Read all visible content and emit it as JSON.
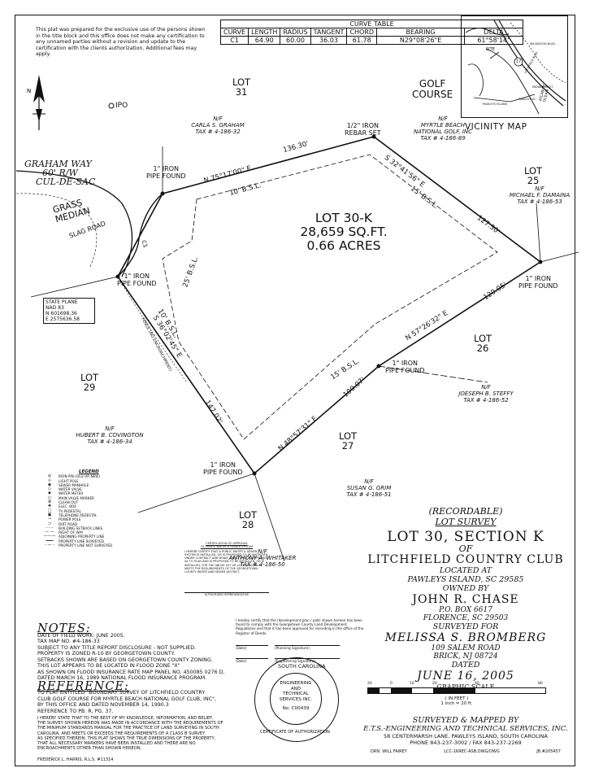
{
  "disclaimer": "This plat was prepared for the exclusive use of the persons shown in the title block and this office does not make any certification to any unnamed parties without a revision and update to the certification with the clients authorization. Additional fees may apply.",
  "curve_table": {
    "title": "CURVE TABLE",
    "headers": [
      "CURVE",
      "LENGTH",
      "RADIUS",
      "TANGENT",
      "CHORD",
      "BEARING",
      "DELTA"
    ],
    "rows": [
      [
        "C1",
        "64.90",
        "60.00",
        "36.03",
        "61.78",
        "N29°08'26\"E",
        "61°58'14\""
      ]
    ]
  },
  "vicinity_map": {
    "label": "VICINITY MAP",
    "labels": [
      "SITE",
      "17",
      "WILDWOOD BLVD.",
      "LITCHFIELD BLVD.",
      "MIDWAY INLET",
      "ATLANTIC OCEAN",
      "PAWLEYS ISLAND",
      "PAWLEYS IS."
    ]
  },
  "north_arrow": "north-arrow-icon",
  "labels": {
    "ipo": "IPO",
    "street_1": "GRAHAM WAY",
    "street_2": "60' R/W",
    "street_3": "CUL-DE-SAC",
    "grass_1": "GRASS",
    "grass_2": "MEDIAN",
    "slag_road": "SLAG ROAD",
    "curve_c1": "C1",
    "golf_1": "GOLF",
    "golf_2": "COURSE",
    "state_plane": "STATE PLANE\nNAD 83\nN 601698.36\nE 2575636.58",
    "fence": "FENCE (NO ENCROACHMENT)"
  },
  "lots": [
    {
      "id": "lot-31",
      "line1": "LOT",
      "line2": "31"
    },
    {
      "id": "lot-25",
      "line1": "LOT",
      "line2": "25"
    },
    {
      "id": "lot-26",
      "line1": "LOT",
      "line2": "26"
    },
    {
      "id": "lot-27",
      "line1": "LOT",
      "line2": "27"
    },
    {
      "id": "lot-28",
      "line1": "LOT",
      "line2": "28"
    },
    {
      "id": "lot-29",
      "line1": "LOT",
      "line2": "29"
    }
  ],
  "owners": [
    {
      "id": "graham",
      "nf": "N/F",
      "name": "CARLA S. GRAHAM",
      "tax": "TAX # 4-186-32"
    },
    {
      "id": "myrtle",
      "nf": "N/F",
      "name": "MYRTLE BEACH\nNATIONAL GOLF, INC",
      "tax": "TAX # 4-186-89"
    },
    {
      "id": "damaina",
      "nf": "N/F",
      "name": "MICHAEL F. DAMAINA",
      "tax": "TAX # 4-186-53"
    },
    {
      "id": "steffy",
      "nf": "N/F",
      "name": "JOESEPH B. STEFFY",
      "tax": "TAX # 4-186-52"
    },
    {
      "id": "grim",
      "nf": "N/F",
      "name": "SUSAN G. GRIM",
      "tax": "TAX # 4-186-51"
    },
    {
      "id": "whitaker",
      "nf": "N/F",
      "name": "ANTHONY A. WHITAKER",
      "tax": "TAX # 4-186-50"
    },
    {
      "id": "covington",
      "nf": "N/F",
      "name": "HUBERT B. COVINGTON",
      "tax": "TAX # 4-186-34"
    }
  ],
  "irons": [
    {
      "id": "iron-nw",
      "text": "1\" IRON\nPIPE FOUND"
    },
    {
      "id": "iron-top",
      "text": "1/2\" IRON\nREBAR SET"
    },
    {
      "id": "iron-east",
      "text": "1\" IRON\nPIPE FOUND"
    },
    {
      "id": "iron-west",
      "text": "1\" IRON\nPIPE FOUND"
    },
    {
      "id": "iron-mid",
      "text": "1\" IRON\nPIPE FOUND"
    },
    {
      "id": "iron-south",
      "text": "1\" IRON\nPIPE FOUND"
    }
  ],
  "bearings": {
    "north_line": "N 75°17'00\" E",
    "north_dist": "136.30'",
    "ne_line": "S 32°41'56\" E",
    "ne_dist": "127.30'",
    "east_line": "N 57°26'32\" E",
    "east_dist": "120.05'",
    "sw_line": "S 36°02'45\" E",
    "sw_dist": "147.02'",
    "south_line": "N 48°57'31\" E",
    "south_dist": "100.07'"
  },
  "bsl": {
    "north": "10' B.S.L.",
    "ne": "15' B.S.L.",
    "west": "25' B.S.L.",
    "sw": "10' B.S.L.",
    "se": "15' B.S.L."
  },
  "lot_area": {
    "line1": "LOT 30-K",
    "line2": "28,659 SQ.FT.",
    "line3": "0.66 ACRES"
  },
  "legend": {
    "title": "LEGEND",
    "items": [
      {
        "sym": "◎",
        "text": "IRON PIN (OLD OR NEW)"
      },
      {
        "sym": "☼",
        "text": "LIGHT POLE"
      },
      {
        "sym": "◉",
        "text": "SEWER MANHOLE"
      },
      {
        "sym": "▫",
        "text": "WATER VALVE"
      },
      {
        "sym": "▪",
        "text": "WATER METER"
      },
      {
        "sym": "○",
        "text": "MAIN VALVE MARKER"
      },
      {
        "sym": "⊕",
        "text": "CLEAN OUT"
      },
      {
        "sym": "✚",
        "text": "ELEC. BOX"
      },
      {
        "sym": "□",
        "text": "TV PEDESTAL"
      },
      {
        "sym": "▣",
        "text": "TELEPHONE PEDESTAL"
      },
      {
        "sym": "⊸",
        "text": "POWER POLE"
      },
      {
        "sym": "⊃",
        "text": "DIRT ROAD"
      },
      {
        "sym": "- - -",
        "text": "BUILDING SETBACK LINES"
      },
      {
        "sym": "— —",
        "text": "RIGHT OF WAY"
      },
      {
        "sym": "———",
        "text": "ADJOINING PROPERTY LINE"
      },
      {
        "sym": "━━━",
        "text": "PROPERTY LINE SURVEYED"
      },
      {
        "sym": "- — -",
        "text": "PROPERTY LINE NOT SURVEYED"
      }
    ]
  },
  "cert_approval": {
    "heading": "CERTIFICATION OF APPROVAL\nOF PUBLIC WATER & SEWER SYSTEM",
    "body": "I HEREBY CERTIFY THAT A PUBLIC WATER & SEWER SYSTEM IS INSTALLED, OR IS PROPOSED TO BE INSTALLED, UNDER CONTRACT AND BOND. THE SYSTEM IS APPROVED AS TO PLAN AND IS PROPOSED TO BE INSTALLED, OR IS INSTALLED, FOR THE ABOVE LOT OR LOTS, AND FULLY MEETS THE REQUIREMENTS OF THE GEORGETOWN COUNTY WATER AND SEWER DISTRICT.",
    "sign": "AUTHORIZED REPRESENTATIVE"
  },
  "signature_block": {
    "text": "I hereby certify that the (development plan / plat) shown hereon has been found to comply with the Georgetown County Land Development Regulations and that it has been approved for recording in the office of the Register of Deeds.",
    "date1": "(Date)",
    "plan_sig": "(Planning Signature)",
    "date2": "(Date)",
    "eng_sig": "(Engineering Signature)"
  },
  "seal": {
    "outer_top": "SOUTH CAROLINA",
    "outer_bottom": "CERTIFICATE OF AUTHORIZATION",
    "inner": "ENGINEERING\nAND\nTECHNICAL\nSERVICES INC.",
    "number": "No. C00439"
  },
  "notes": {
    "title": "NOTES:",
    "lines": [
      "DATE OF FIELD WORK:  JUNE 2005.",
      "TAX MAP NO. #4-186-33",
      "SUBJECT TO ANY TITLE REPORT DISCLOSURE - NOT SUPPLIED.",
      "PROPERTY IS ZONED R-10 BY GEORGETOWN COUNTY.",
      "SETBACKS SHOWN ARE BASED ON GEORGETOWN COUNTY ZONING.",
      "THIS LOT APPEARS TO BE LOCATED IN FLOOD ZONE \"X\"",
      "AS SHOWN ON FLOOD INSURANCE RATE MAP PANEL NO. 450085 0276 D,",
      "DATED MARCH 16, 1989 NATIONAL FLOOD INSURANCE PROGRAM."
    ],
    "ref_title": "REFERENCE:",
    "ref_lines": [
      "TO PLAT ENTITLED \"BOUNDARY SURVEY OF LITCHFIELD COUNTRY",
      "CLUB GOLF COURSE FOR MYRTLE BEACH NATIONAL GOLF CLUB, INC\",",
      "BY THIS OFFICE AND DATED NOVEMBER 14, 1990.3",
      "REFERENCE TO PB. R, PG. 37."
    ],
    "cert_lines": [
      "I HEREBY STATE THAT TO THE BEST OF MY KNOWLEDGE, INFORMATION, AND BELIEF,",
      "THE SURVEY SHOWN HEREON WAS MADE IN ACCORDANCE WITH THE REQUIREMENTS OF",
      "THE MINIMUM STANDARDS MANUAL FOR THE PRACTICE OF LAND SURVEYING IN SOUTH",
      "CAROLINA, AND MEETS OR EXCEEDS THE REQUIREMENTS OF A CLASS   B   SURVEY",
      "AS SPECIFIED THEREIN. THIS PLAT SHOWS THE TRUE DIMENSIONS OF THE PROPERTY,",
      "THAT ALL NECESSARY MARKERS HAVE BEEN INSTALLED AND THERE ARE NO",
      "ENCROACHMENTS OTHER THAN SHOWN HEREON."
    ],
    "surveyor": "FREDERICK L. HARRIS, R.L.S.  #11314"
  },
  "title_block": {
    "recordable": "(RECORDABLE)",
    "survey": "LOT SURVEY",
    "lot": "LOT 30, SECTION K",
    "of": "OF",
    "club": "LITCHFIELD COUNTRY CLUB",
    "located": "LOCATED AT",
    "town": "PAWLEYS ISLAND, SC 29585",
    "owned": "OWNED BY",
    "owner": "JOHN R. CHASE",
    "box": "P.O. BOX 6617",
    "city": "FLORENCE, SC 29503",
    "surveyed_for": "SURVEYED FOR",
    "client": "MELISSA S. BROMBERG",
    "addr1": "109 SALEM ROAD",
    "addr2": "BRICK, NJ 08724",
    "dated": "DATED",
    "date": "JUNE 16, 2005",
    "scale_title": "GRAPHIC SCALE",
    "scale_ticks": [
      "20",
      "0",
      "10",
      "20",
      "40",
      "80"
    ],
    "scale_unit": "( IN FEET )",
    "scale_ratio": "1 inch = 20  ft.",
    "mapped": "SURVEYED & MAPPED BY",
    "firm": "E.T.S.-ENGINEERING AND TECHNICAL SERVICES, INC.",
    "firm_addr": "58 CENTERMARSH LANE, PAWLEYS ISLAND, SOUTH CAROLINA",
    "phone": "PHONE 843-237-3002 / FAX 843-237-2269",
    "drn": "DRN. WILL FAIREY",
    "file": "LCC-1KREC-ASB.DWG/DWG",
    "job": "JB.#205457"
  }
}
